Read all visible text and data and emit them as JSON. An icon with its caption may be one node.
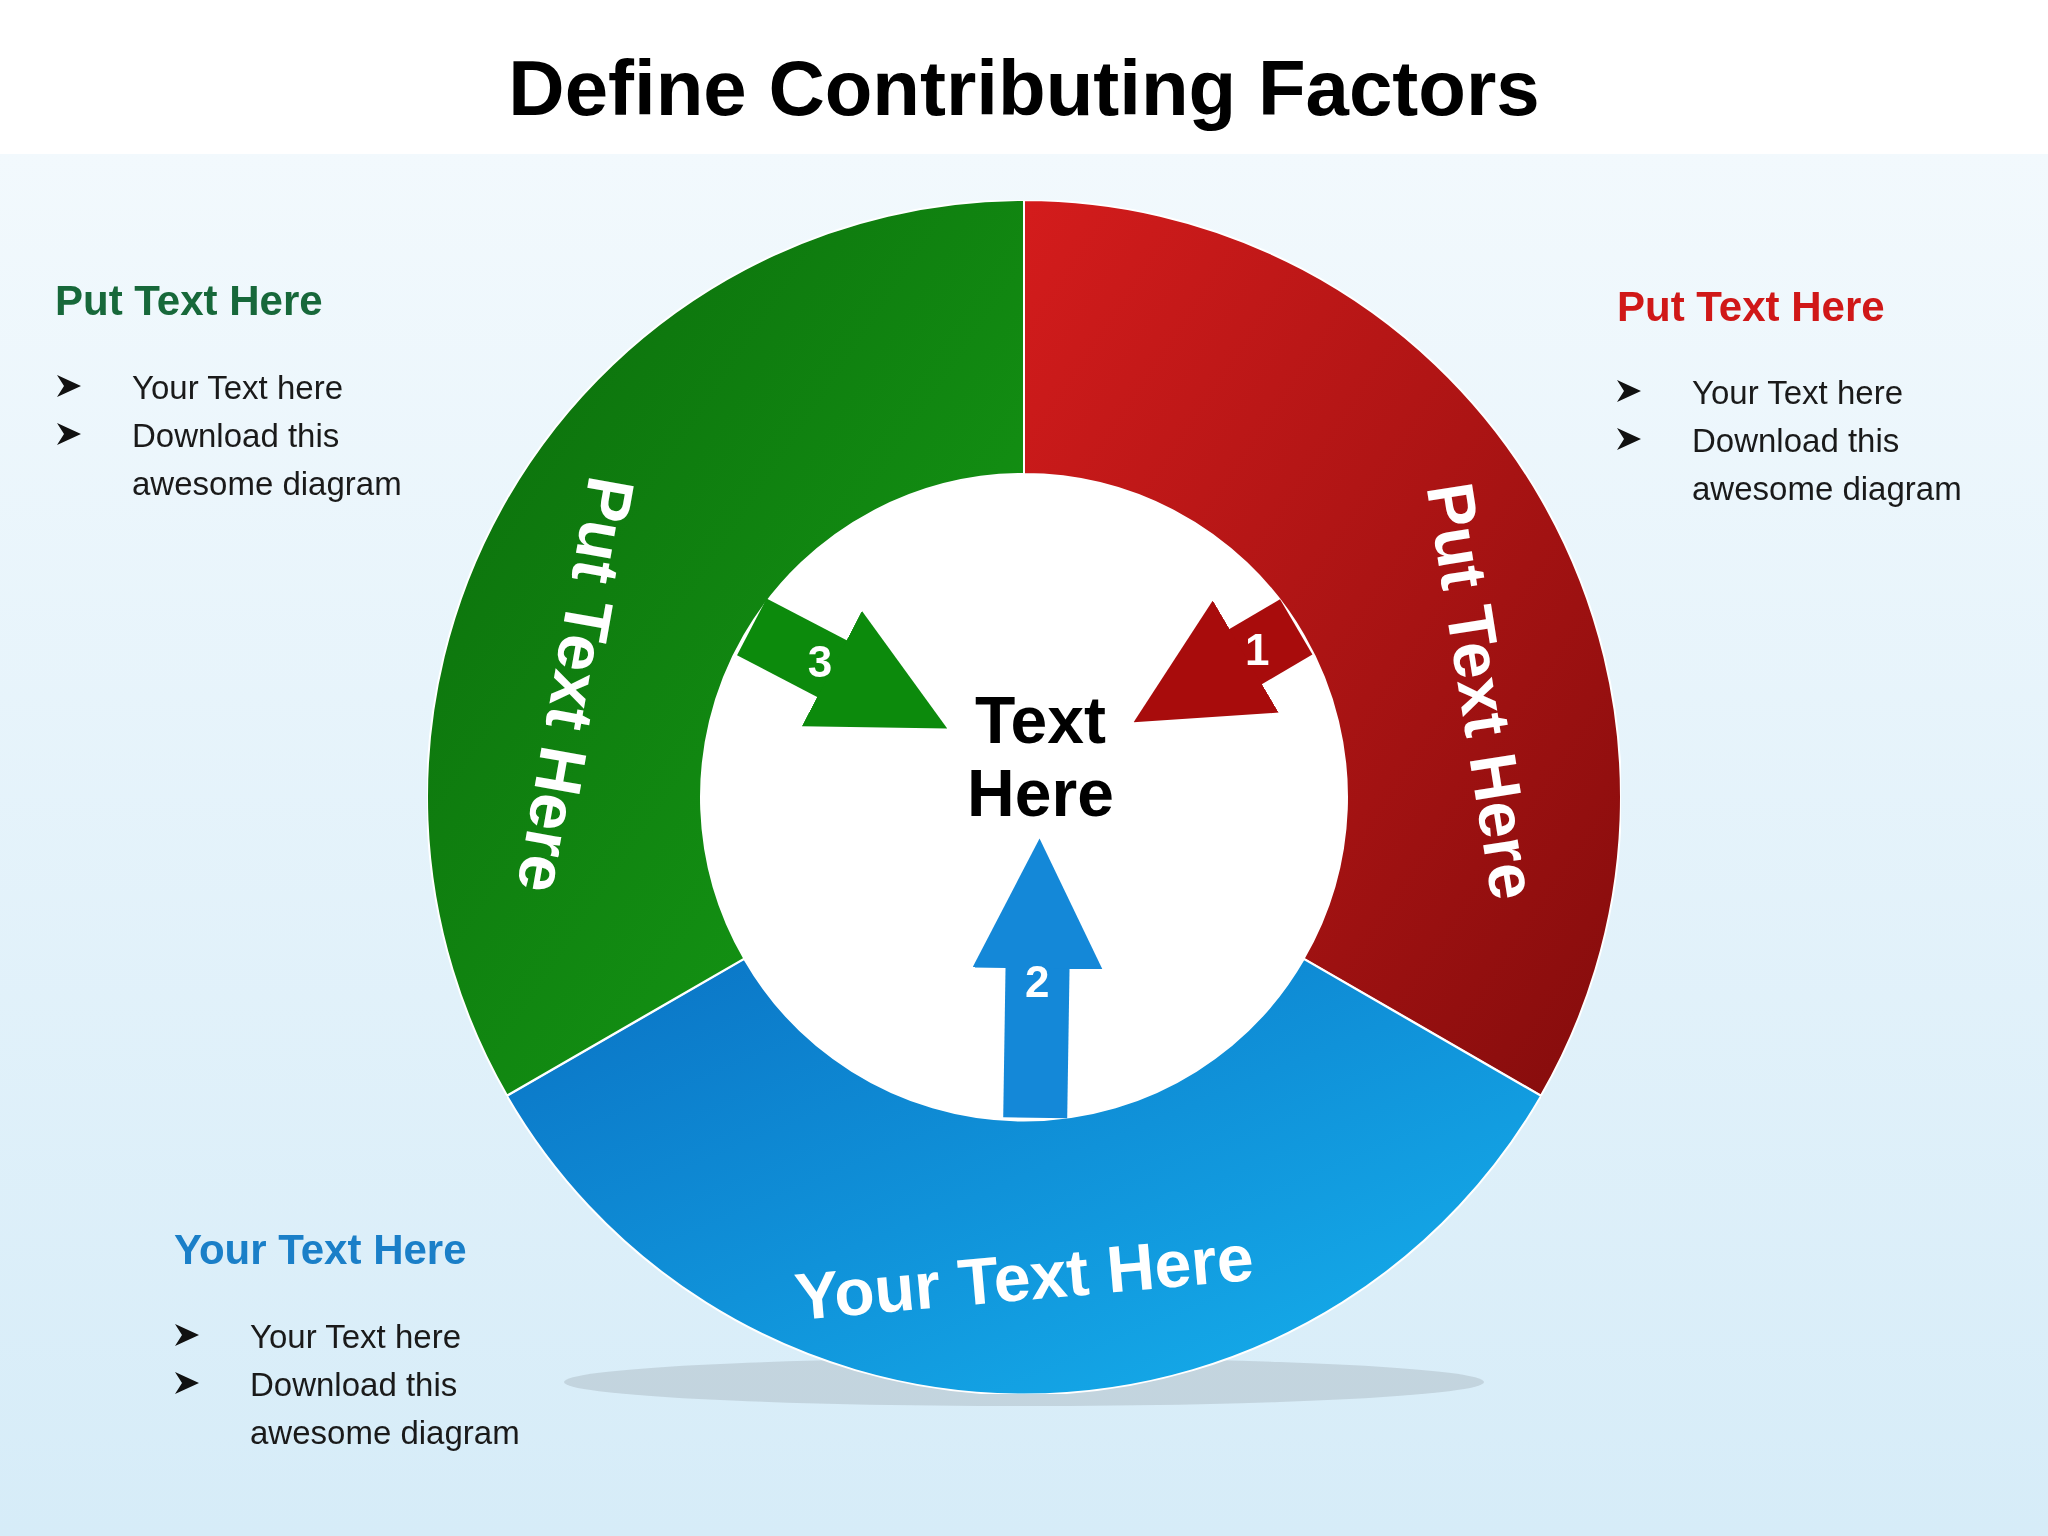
{
  "diagram": {
    "title": "Define Contributing Factors",
    "nodes": [
      {
        "text": [
          "Put Text Here"
        ]
      },
      {
        "text": [
          "Your Text Here"
        ]
      },
      {
        "text": [
          "Put Text Here"
        ]
      },
      {
        "text": [
          "Text Here"
        ]
      }
    ],
    "edges": [
      {
        "from": 0,
        "to": 3,
        "arrow": "to",
        "label": "1",
        "color": "#a80c0c"
      },
      {
        "from": 1,
        "to": 3,
        "arrow": "to",
        "label": "2",
        "color": "#1488d8"
      },
      {
        "from": 2,
        "to": 3,
        "arrow": "to",
        "label": "3",
        "color": "#0c8a0c"
      }
    ],
    "labels": [
      "Put Text Here",
      "Your Text here",
      "Download this awesome diagram",
      "Put Text Here",
      "Your Text here",
      "Download this awesome diagram",
      "Your Text Here",
      "Your Text here",
      "Download this awesome diagram"
    ]
  }
}
